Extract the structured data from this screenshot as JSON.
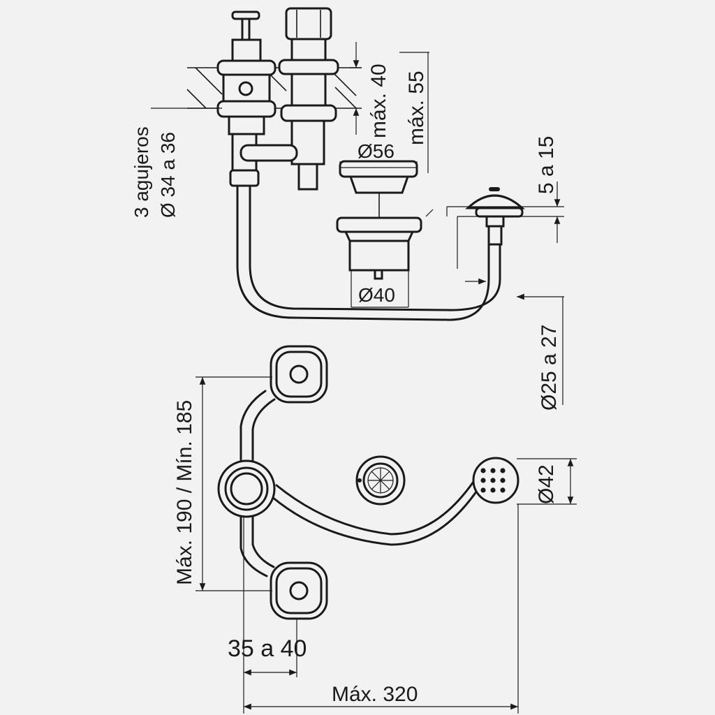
{
  "dimensions": {
    "holes": "3 agujeros",
    "holes_diameter": "Ø 34 a 36",
    "max40": "máx. 40",
    "max55": "máx. 55",
    "d56": "Ø56",
    "d40": "Ø40",
    "range_5_15": "5 a 15",
    "d25_27": "Ø25 a 27",
    "max190_min185": "Máx. 190 / Mín. 185",
    "d42": "Ø42",
    "range_35_40": "35 a 40",
    "max320": "Máx. 320"
  },
  "colors": {
    "ink": "#1a1a1a",
    "paper": "#f2f2f2"
  }
}
